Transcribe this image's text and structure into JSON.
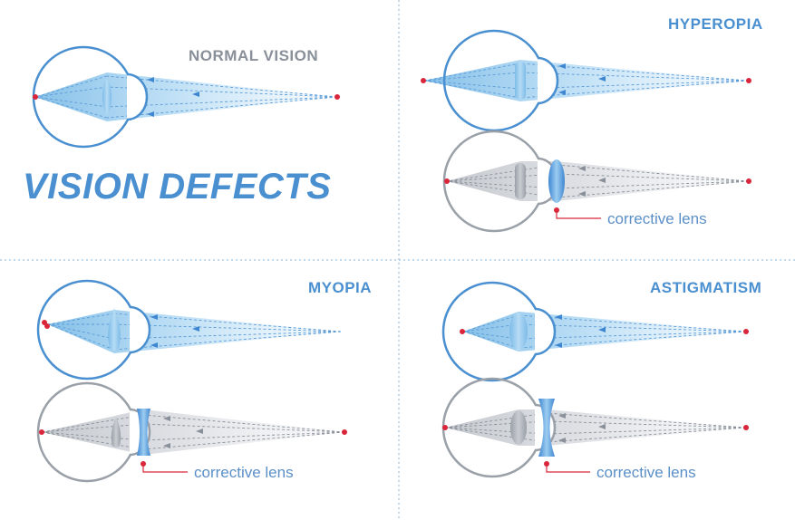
{
  "title": "VISION DEFECTS",
  "panels": {
    "normal": {
      "title": "NORMAL VISION"
    },
    "hyperopia": {
      "title": "HYPEROPIA",
      "lens_label": "corrective lens"
    },
    "myopia": {
      "title": "MYOPIA",
      "lens_label": "corrective lens"
    },
    "astigmatism": {
      "title": "ASTIGMATISM",
      "lens_label": "corrective lens"
    }
  },
  "colors": {
    "eye_blue": "#4a8fd0",
    "eye_gray": "#9aa0a8",
    "ray_blue": "#8fc6ec",
    "ray_gray": "#c8ccd2",
    "focus_red": "#d9263a",
    "divider": "#8ab4d8"
  }
}
